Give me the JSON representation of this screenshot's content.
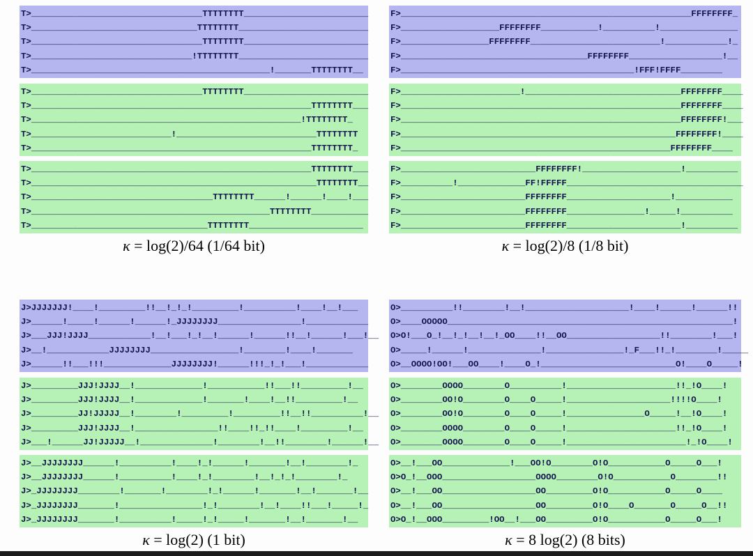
{
  "figure": {
    "text_color": "#12124e",
    "block_colors": {
      "purple": "#b5b5f0",
      "green": "#b6f2b6"
    },
    "bottom_bar_color": "#1b1b1b",
    "panels": [
      {
        "caption_symbol": "κ",
        "caption_rest": " = log(2)/64 (1/64 bit)",
        "blocks": [
          {
            "color": "purple",
            "lines": [
              "T>_________________________________TTTTTTTT________________________",
              "T>________________________________TTTTTTTT_________________________",
              "T>_________________________________TTTTTTTT________________________",
              "T>_______________________________!TTTTTTTT_________________________",
              "T>______________________________________________!_______TTTTTTTT__"
            ]
          },
          {
            "color": "green",
            "lines": [
              "T>_________________________________TTTTTTTT________________________",
              "T>______________________________________________________TTTTTTTT___",
              "T>____________________________________________________!TTTTTTTT_",
              "T>___________________________!___________________________TTTTTTTT",
              "T>______________________________________________________TTTTTTTT_"
            ]
          },
          {
            "color": "green",
            "lines": [
              "T>______________________________________________________TTTTTTTT___",
              "T>_______________________________________________________TTTTTTTT__",
              "T>___________________________________TTTTTTTT______!______!____!___",
              "T>______________________________________________TTTTTTTT___________",
              "T>__________________________________TTTTTTTT______________________"
            ]
          }
        ]
      },
      {
        "caption_symbol": "κ",
        "caption_rest": " = log(2)/8 (1/8 bit)",
        "blocks": [
          {
            "color": "purple",
            "lines": [
              "F>________________________________________________________FFFFFFFF_",
              "F>___________________FFFFFFFF___________!__________!_______________",
              "F>_________________FFFFFFFF_________________________!____________!_",
              "F>____________________________________FFFFFFFF__________________!__",
              "F>_____________________________________________!FFF!FFFF________"
            ]
          },
          {
            "color": "green",
            "lines": [
              "F>_______________________!______________________________FFFFFFFF____",
              "F>______________________________________________________FFFFFFFF____",
              "F>______________________________________________________FFFFFFFF!___",
              "F>_____________________________________________________FFFFFFFF!____",
              "F>____________________________________________________FFFFFFFF____"
            ]
          },
          {
            "color": "green",
            "lines": [
              "F>__________________________FFFFFFFF!___________________!__________",
              "F>__________!_____________FF!FFFFF__________________________________",
              "F>________________________FFFFFFFF____________________!___________",
              "F>________________________FFFFFFFF_______________!_____!__________",
              "F>________________________FFFFFFFF______________________!__________"
            ]
          }
        ]
      },
      {
        "caption_symbol": "κ",
        "caption_rest": " = log(2) (1 bit)",
        "blocks": [
          {
            "color": "purple",
            "lines": [
              "J>JJJJJJJ!____!_________!!__!_!_!_________!__________!____!__!___",
              "J>______!_____!______!______!_JJJJJJJJ________________!____________",
              "J>___JJJ!JJJJ____________!__!___!_!__!______!______!!__!______!___!__",
              "J>__!____________JJJJJJJJ_________________!________!____!_______",
              "J>______!!___!!!_____________JJJJJJJJ!______!!!_!_!___!____________"
            ]
          },
          {
            "color": "green",
            "lines": [
              "J>_________JJJ!JJJJ__!_____________!___________!!___!!_________!__",
              "J>_________JJJ!JJJJ__!_____________!_______!____!__!!_________!__",
              "J>_________JJ!JJJJJ__!________!_________!_________!!__!!__________!__",
              "J>_________JJJ!JJJJ__!________________!!____!!_!!____!_________!__",
              "J>___!______JJ!JJJJJ__!______________!________!__!!________!______!__"
            ]
          },
          {
            "color": "green",
            "lines": [
              "J>__JJJJJJJJ______!__________!____!_!______!_______!__!________!_",
              "J>__JJJJJJJJ______!__________!____!_!________!__!_!_!________!_",
              "J>_JJJJJJJJ________!_______!________!_!______!_______!__!_______!__",
              "J>_JJJJJJJJ_______!________________!_!________!__!____!!___!_____!_",
              "J>_JJJJJJJJ_______!__________!_____!_!_____!_______!__!_______!__"
            ]
          }
        ]
      },
      {
        "caption_symbol": "κ",
        "caption_rest": " = 8 log(2) (8 bits)",
        "blocks": [
          {
            "color": "purple",
            "lines": [
              "O>__________!!________!__!____________________!____!______!______!!",
              "O>____OOOOO_______________________________________________________!",
              "O>O!___O_!__!_!__!__!_OO____!!__OO__________________!!________!___!",
              "O>_____!______!______________!_______________!_F___!!_!________!_____",
              "O>__OOOO!OO!___OO____!____O_!__________________________O!____O_____!"
            ]
          },
          {
            "color": "green",
            "lines": [
              "O>________OOOO________O__________!_____________________!!_!O____!",
              "O>________OO!O________O____O_____!____________________!!!!O____!",
              "O>________OO!O________O____O_____!_______________O_____!__!O____!",
              "O>________OOOO________O____O_____!_____________________!!_!O____!",
              "O>________OOOO________O____O_____!_______________________!_!O____!"
            ]
          },
          {
            "color": "green",
            "lines": [
              "O>__!___OO_____________!___OO!O________O!O___________O_____O___!",
              "O>O_!__OOO__________________OOOO________O!O___________O________!!",
              "O>__!___OO__________________OO_________O!O___________O_____O____",
              "O>__!___OO__________________OO_________O!O____O_______O_____O__!!",
              "O>O_!__OOO_________!OO__!___OO_________O!O___________O_____O___!"
            ]
          }
        ]
      }
    ]
  }
}
